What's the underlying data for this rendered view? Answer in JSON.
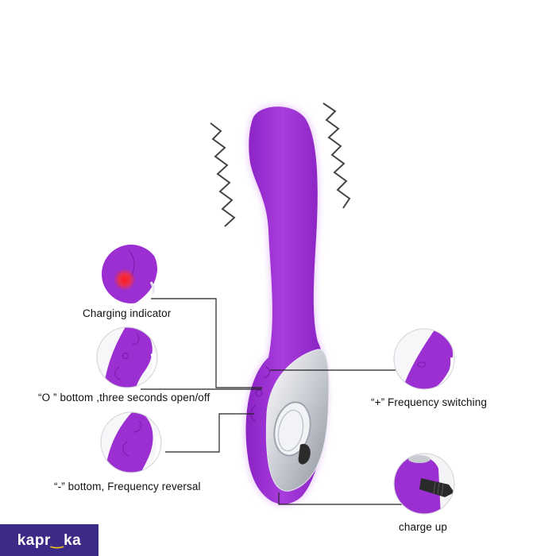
{
  "product_diagram": {
    "labels": {
      "charging_indicator": "Charging indicator",
      "o_button": "“O ”  bottom ,three seconds open/off",
      "minus_button": "“-”  bottom,  Frequency reversal",
      "plus_button": "“+”  Frequency switching",
      "charge_up": "charge up"
    },
    "colors": {
      "body_purple": "#9b2fd1",
      "body_purple_light": "#b356e6",
      "chrome": "#d9dbe0",
      "indicator_red": "#ff2020",
      "line": "#222222"
    }
  },
  "brand": {
    "logo_prefix": "kapr",
    "logo_smile": "‿",
    "logo_suffix": "ka",
    "logo_bg": "#3d2a86"
  }
}
